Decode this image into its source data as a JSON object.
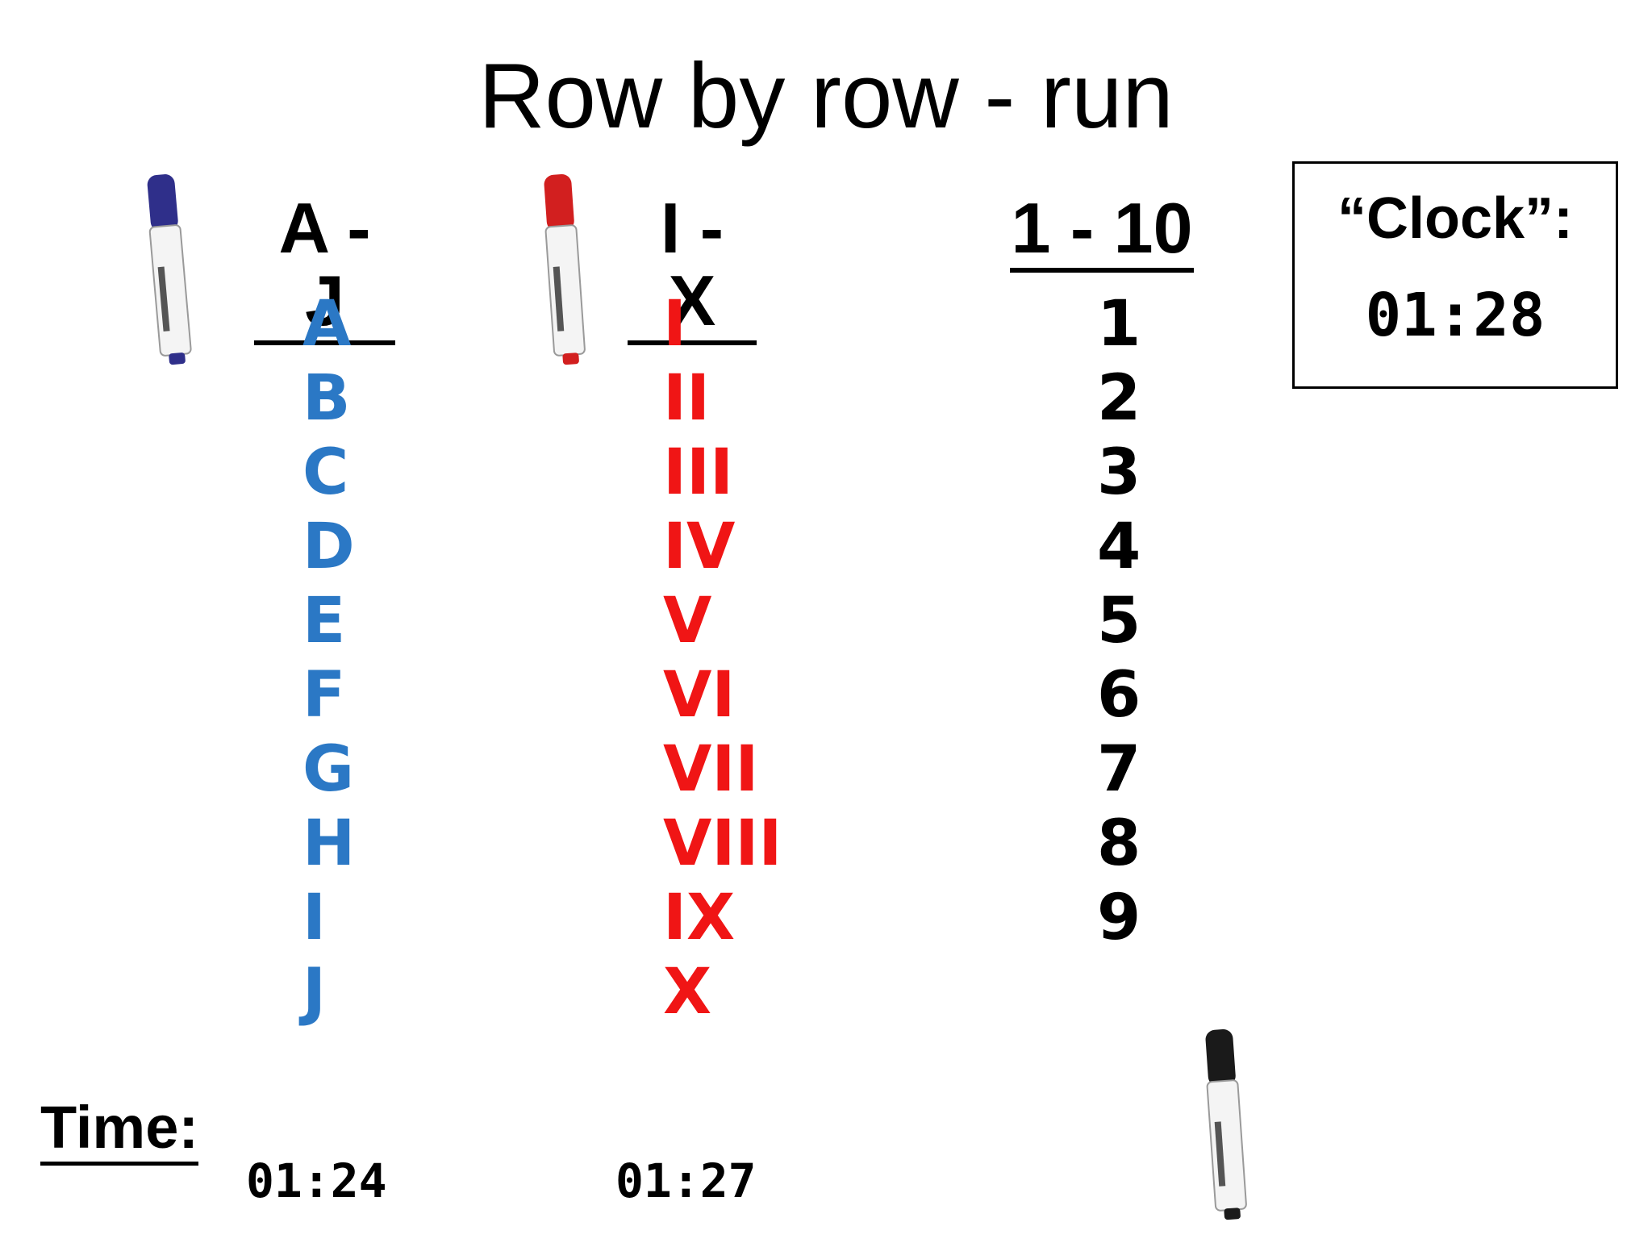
{
  "title": "Row by row - run",
  "columns": [
    {
      "heading": "A - J",
      "color": "#2b78c5",
      "items": [
        "A",
        "B",
        "C",
        "D",
        "E",
        "F",
        "G",
        "H",
        "I",
        "J"
      ]
    },
    {
      "heading": "I - X",
      "color": "#f01515",
      "items": [
        "I",
        "II",
        "III",
        "IV",
        "V",
        "VI",
        "VII",
        "VIII",
        "IX",
        "X"
      ]
    },
    {
      "heading": "1 - 10",
      "color": "#000000",
      "items": [
        "1",
        "2",
        "3",
        "4",
        "5",
        "6",
        "7",
        "8",
        "9"
      ]
    }
  ],
  "clock": {
    "label": "“Clock”:",
    "value": "01:28"
  },
  "time": {
    "label": "Time:",
    "results": [
      "01:24",
      "01:27"
    ]
  },
  "markers": {
    "blue_icon": "blue-marker-icon",
    "red_icon": "red-marker-icon",
    "black_icon": "black-marker-icon"
  }
}
